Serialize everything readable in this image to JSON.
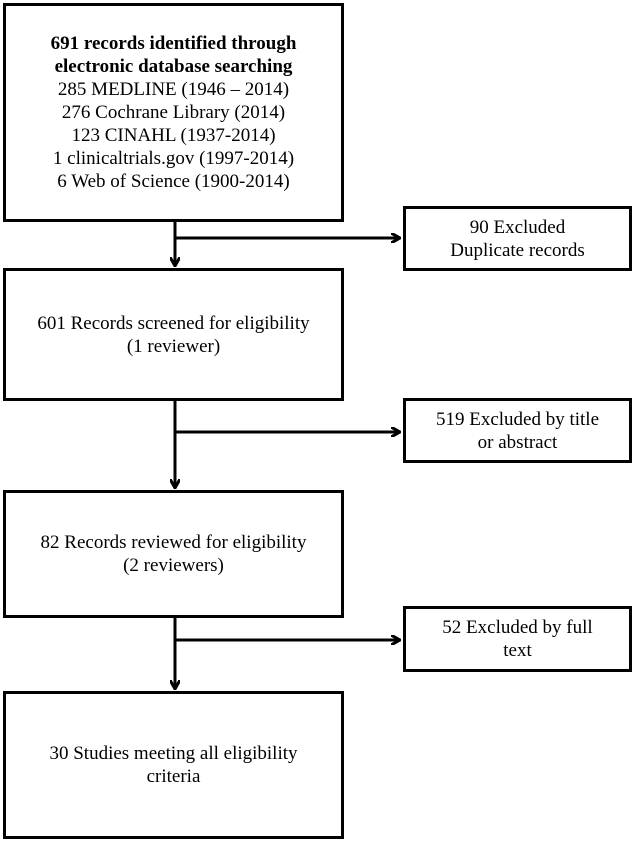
{
  "search": {
    "line1": "691 records identified through",
    "line2": "electronic database searching",
    "sources": [
      "285 MEDLINE (1946 – 2014)",
      "276 Cochrane Library (2014)",
      "123 CINAHL (1937-2014)",
      "1 clinicaltrials.gov (1997-2014)",
      "6 Web of Science (1900-2014)"
    ]
  },
  "excluded_duplicates": {
    "line1": "90 Excluded",
    "line2": "Duplicate records"
  },
  "screened": {
    "line1": "601 Records screened for eligibility",
    "line2": "(1 reviewer)"
  },
  "excluded_title": {
    "line1": "519 Excluded by title",
    "line2": "or abstract"
  },
  "reviewed": {
    "line1": "82 Records reviewed for eligibility",
    "line2": "(2 reviewers)"
  },
  "excluded_fulltext": {
    "line1": "52 Excluded by full",
    "line2": "text"
  },
  "final": {
    "line1": "30 Studies meeting all eligibility",
    "line2": "criteria"
  }
}
